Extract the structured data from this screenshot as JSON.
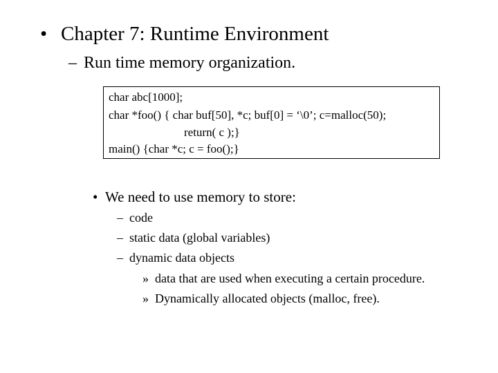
{
  "slide": {
    "title_bullet": "•",
    "title": "Chapter 7: Runtime Environment",
    "subtitle_dash": "–",
    "subtitle": "Run time memory organization.",
    "code": {
      "line1": "char   abc[1000];",
      "line2": "char *foo() { char buf[50], *c; buf[0] = ‘\\0’; c=malloc(50);",
      "line3": "return( c );}",
      "line4": "main() {char *c; c = foo();}"
    },
    "bullet": "•",
    "point": "We need to use memory to store:",
    "dash": "–",
    "items": [
      "code",
      "static data (global variables)",
      "dynamic data objects"
    ],
    "sub_marker": "»",
    "sub_items": [
      "data that are used when executing a certain procedure.",
      "Dynamically allocated objects (malloc, free)."
    ]
  }
}
